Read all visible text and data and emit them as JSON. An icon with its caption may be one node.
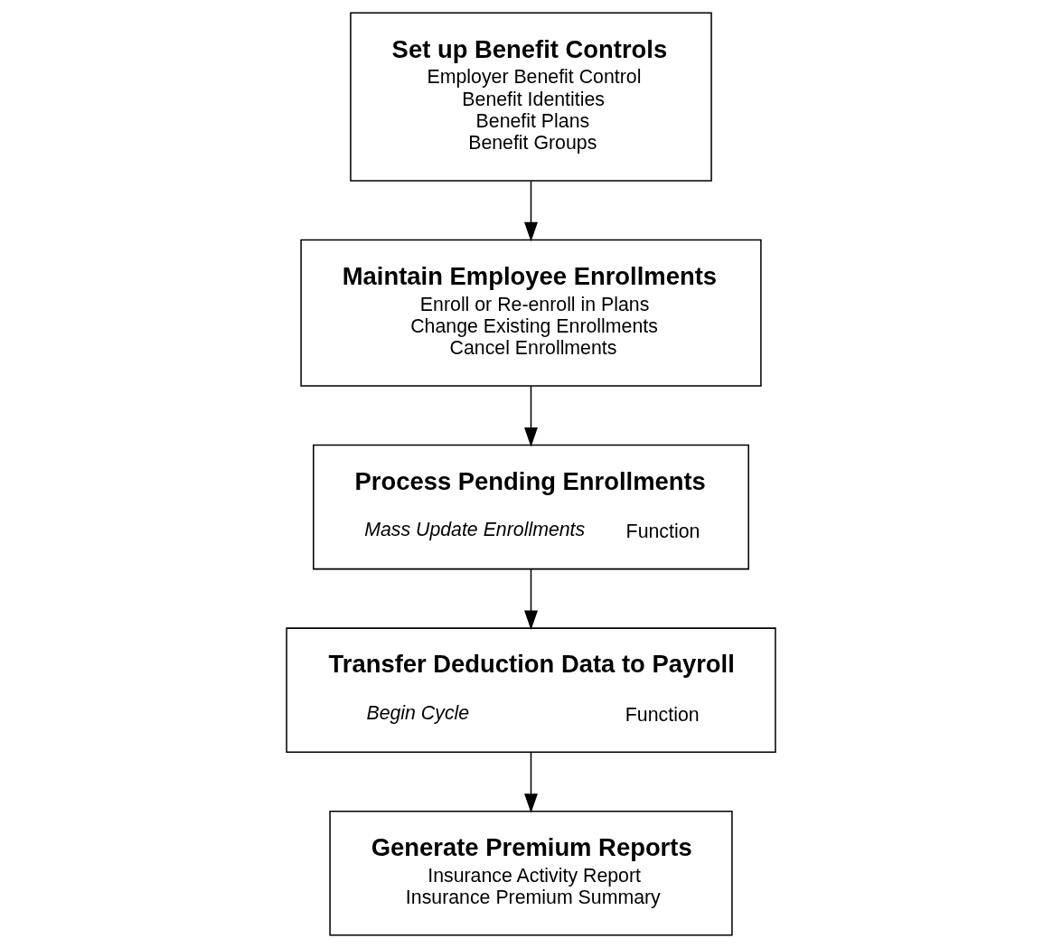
{
  "diagram": {
    "nodes": [
      {
        "text": [
          "Set up Benefit Controls",
          "Employer Benefit Control",
          "Benefit Identities",
          "Benefit Plans",
          "Benefit Groups"
        ]
      },
      {
        "text": [
          "Maintain Employee Enrollments",
          "Enroll or Re-enroll in Plans",
          "Change Existing Enrollments",
          "Cancel Enrollments"
        ]
      },
      {
        "text": [
          "Process Pending Enrollments",
          "*Mass Update Enrollments* Function"
        ]
      },
      {
        "text": [
          "Transfer Deduction Data to Payroll",
          "*Begin Cycle* Function"
        ]
      },
      {
        "text": [
          "Generate Premium Reports",
          "Insurance Activity Report",
          "Insurance Premium Summary"
        ]
      }
    ],
    "edges": [
      {
        "from": 0,
        "to": 1,
        "arrow": "to"
      },
      {
        "from": 1,
        "to": 2,
        "arrow": "to"
      },
      {
        "from": 2,
        "to": 3,
        "arrow": "to"
      },
      {
        "from": 3,
        "to": 4,
        "arrow": "to"
      }
    ]
  }
}
